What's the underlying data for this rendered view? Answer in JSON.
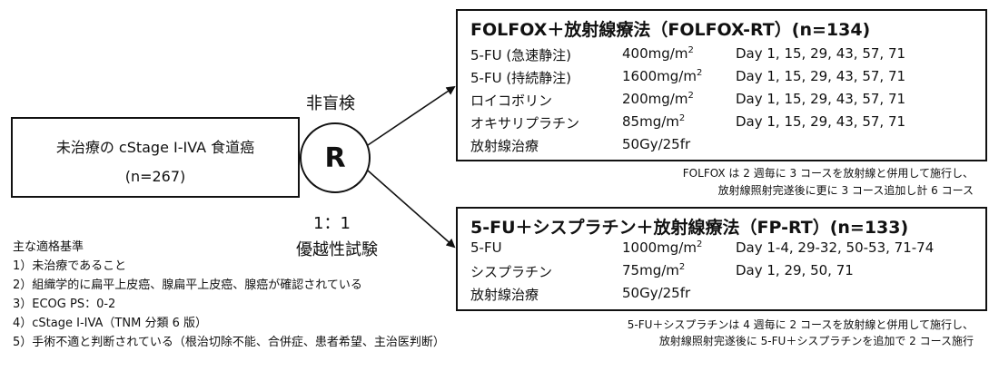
{
  "population": {
    "line1": "未治療の cStage I-IVA 食道癌",
    "line2": "(n=267)"
  },
  "randomization": {
    "label": "R",
    "blinding": "非盲検",
    "ratio": "1：1",
    "design": "優越性試験"
  },
  "arm1": {
    "title": "FOLFOX＋放射線療法（FOLFOX-RT）(n=134)",
    "rows": [
      {
        "drug": "5-FU (急速静注)",
        "dose": "400mg/m",
        "dose_sup": "2",
        "schedule": "Day 1, 15, 29, 43, 57, 71"
      },
      {
        "drug": "5-FU (持続静注)",
        "dose": "1600mg/m",
        "dose_sup": "2",
        "schedule": "Day 1, 15, 29, 43, 57, 71"
      },
      {
        "drug": "ロイコボリン",
        "dose": "200mg/m",
        "dose_sup": "2",
        "schedule": "Day 1, 15, 29, 43, 57, 71"
      },
      {
        "drug": "オキサリプラチン",
        "dose": "85mg/m",
        "dose_sup": "2",
        "schedule": "Day 1, 15, 29, 43, 57, 71"
      },
      {
        "drug": "放射線治療",
        "dose": "50Gy/25fr",
        "dose_sup": "",
        "schedule": ""
      }
    ],
    "note_line1": "FOLFOX は 2 週毎に 3 コースを放射線と併用して施行し、",
    "note_line2": "放射線照射完遂後に更に 3 コース追加し計 6 コース"
  },
  "arm2": {
    "title": "5-FU＋シスプラチン＋放射線療法（FP-RT）(n=133)",
    "rows": [
      {
        "drug": "5-FU",
        "dose": "1000mg/m",
        "dose_sup": "2",
        "schedule": "Day 1-4, 29-32, 50-53, 71-74"
      },
      {
        "drug": "シスプラチン",
        "dose": "75mg/m",
        "dose_sup": "2",
        "schedule": "Day 1, 29, 50, 71"
      },
      {
        "drug": "放射線治療",
        "dose": "50Gy/25fr",
        "dose_sup": "",
        "schedule": ""
      }
    ],
    "note_line1": "5-FU＋シスプラチンは 4 週毎に 2 コースを放射線と併用して施行し、",
    "note_line2": "放射線照射完遂後に 5-FU＋シスプラチンを追加で 2 コース施行"
  },
  "criteria": {
    "title": "主な適格基準",
    "items": [
      "1）未治療であること",
      "2）組織学的に扁平上皮癌、腺扁平上皮癌、腺癌が確認されている",
      "3）ECOG PS：0-2",
      "4）cStage I-IVA（TNM 分類 6 版）",
      "5）手術不適と判断されている（根治切除不能、合併症、患者希望、主治医判断）"
    ]
  }
}
